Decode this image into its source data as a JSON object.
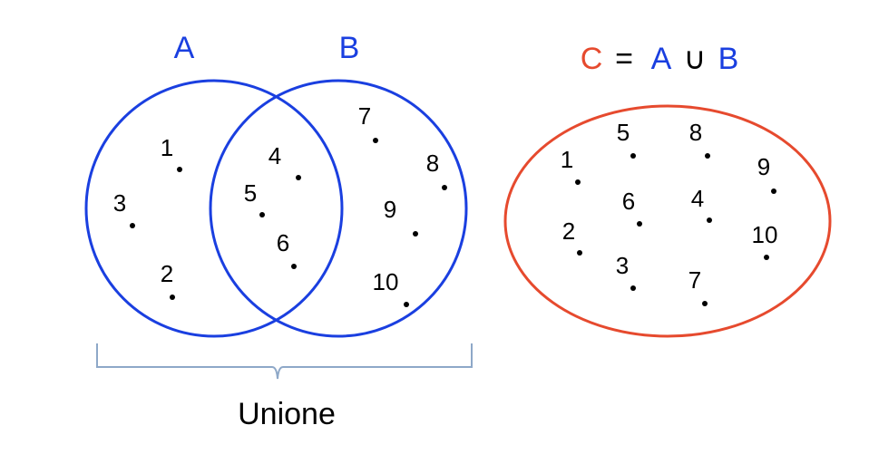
{
  "colors": {
    "blue": "#1a3fe0",
    "red": "#e64a2e",
    "bracket": "#8ea8c8",
    "black": "#000000"
  },
  "labels": {
    "set_a": "A",
    "set_b": "B",
    "equation": {
      "c": "C",
      "equals": "=",
      "a": "A",
      "union_symbol": "∪",
      "b": "B"
    },
    "caption": "Unione"
  },
  "venn": {
    "only_a": [
      "1",
      "3",
      "2"
    ],
    "intersection": [
      "4",
      "5",
      "6"
    ],
    "only_b": [
      "7",
      "8",
      "9",
      "10"
    ]
  },
  "union_set": {
    "elements": [
      "5",
      "8",
      "1",
      "9",
      "6",
      "4",
      "2",
      "10",
      "3",
      "7"
    ]
  }
}
